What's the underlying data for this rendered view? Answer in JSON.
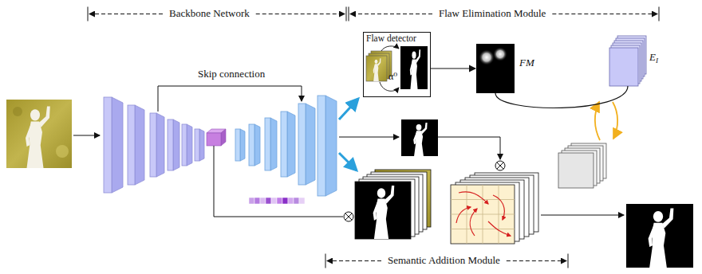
{
  "diagram": {
    "nodes": [
      {
        "text": [
          "Flaw detector",
          "α⁰"
        ]
      },
      {
        "text": [
          "FM"
        ]
      },
      {
        "text": [
          "E",
          "I"
        ]
      }
    ],
    "edges": [
      {
        "from": 0,
        "to": 1,
        "arrow": "to"
      },
      {
        "from": 1,
        "to": 2,
        "arrow": "none"
      }
    ],
    "labels": [
      "Backbone Network",
      "Flaw Elimination Module",
      "Skip connection",
      "Semantic Addition Module"
    ]
  }
}
